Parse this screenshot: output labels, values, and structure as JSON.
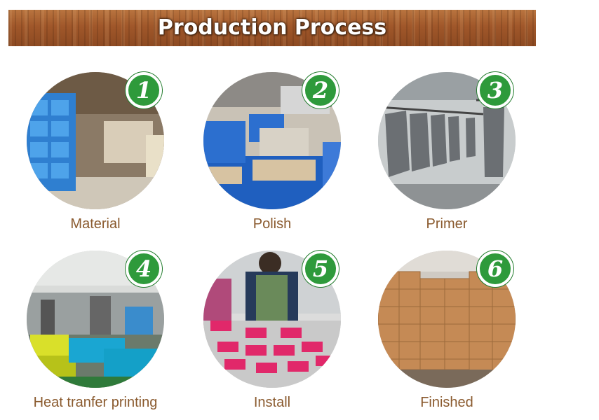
{
  "header": {
    "title": "Production Process"
  },
  "steps": [
    {
      "number": "1",
      "label": "Material"
    },
    {
      "number": "2",
      "label": "Polish"
    },
    {
      "number": "3",
      "label": "Primer"
    },
    {
      "number": "4",
      "label": "Heat tranfer printing"
    },
    {
      "number": "5",
      "label": "Install"
    },
    {
      "number": "6",
      "label": "Finished"
    }
  ],
  "colors": {
    "banner": "#a0572a",
    "badge": "#2e9a3b",
    "caption": "#8a5a2e"
  },
  "icons": [
    "warehouse-photo",
    "polishing-photo",
    "primer-photo",
    "printing-photo",
    "install-photo",
    "finished-photo"
  ]
}
